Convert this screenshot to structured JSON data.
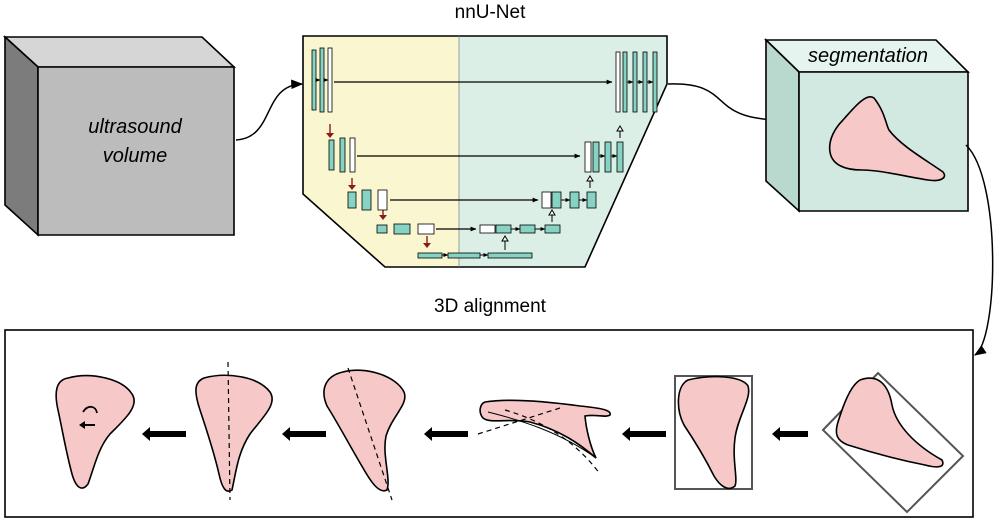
{
  "labels": {
    "unet_title": "nnU-Net",
    "ultrasound_volume": "ultrasound\nvolume",
    "segmentation": "segmentation",
    "alignment_title": "3D alignment"
  },
  "colors": {
    "encoder_fill": "#f9f6d0",
    "decoder_fill": "#dcefe7",
    "cube_front": "#bcbcbc",
    "cube_top": "#d6d6d6",
    "cube_side": "#7c7c7c",
    "seg_front": "#d2e9e1",
    "seg_top": "#e6f4ef",
    "seg_side": "#b9d9cf",
    "shape_fill": "#f6c9c8",
    "feature_block": "#86d3c3",
    "arrow_down": "#8b1a1a"
  },
  "icons": [
    "arrow-icon",
    "rotate-icon",
    "dashed-axis-icon"
  ]
}
